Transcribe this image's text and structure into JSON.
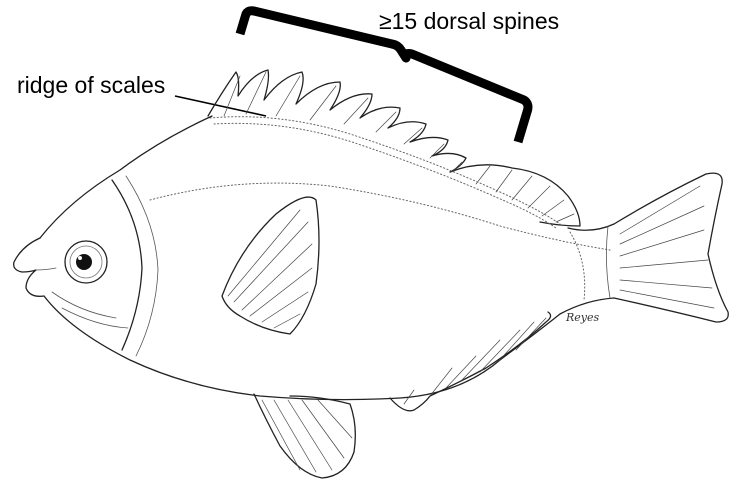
{
  "labels": {
    "dorsal_spines": "≥15 dorsal spines",
    "ridge_of_scales": "ridge of scales"
  },
  "signature": "Reyes",
  "colors": {
    "ink": "#000000",
    "background": "#ffffff"
  }
}
